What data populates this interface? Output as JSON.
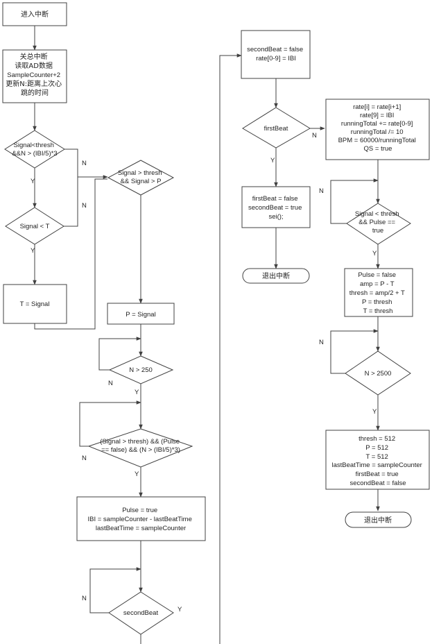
{
  "nodes": {
    "enter_interrupt": [
      "进入中断"
    ],
    "init": [
      "关总中断",
      "读取AD数据",
      "SampleCounter+2",
      "更新N:距离上次心",
      "跳的时间"
    ],
    "d_signal_thresh": [
      "Signal<thresh",
      "&&N > (IBI/5)*3"
    ],
    "d_signal_lt_t": [
      "Signal < T"
    ],
    "t_assign": [
      "T = Signal"
    ],
    "d_signal_gt_p": [
      "Signal > thresh",
      "&& Signal > P"
    ],
    "p_assign": [
      "P = Signal"
    ],
    "d_n250": [
      "N > 250"
    ],
    "d_pulse_cond": [
      "(Signal > thresh) && (Pulse",
      "== false) && (N > (IBI/5)*3)"
    ],
    "pulse_true": [
      "Pulse = true",
      "IBI = sampleCounter - lastBeatTime",
      "lastBeatTime = sampleCounter"
    ],
    "d_second_beat": [
      "secondBeat"
    ],
    "second_false": [
      "secondBeat = false",
      "rate[0-9] = IBI"
    ],
    "d_first_beat": [
      "firstBeat"
    ],
    "first_false": [
      "firstBeat = false",
      "secondBeat = true",
      "sei();"
    ],
    "exit1": [
      "退出中断"
    ],
    "rate_calc": [
      "rate[i] = rate[i+1]",
      "rate[9] = IBI",
      "runningTotal += rate[0-9]",
      "runningTotal /= 10",
      "BPM = 60000/runningTotal",
      "QS = true"
    ],
    "d_signal_lt_thresh_pulse": [
      "Signal < thresh",
      "&& Pulse ==",
      "true"
    ],
    "pulse_false": [
      "Pulse = false",
      "amp = P - T",
      "thresh = amp/2 + T",
      "P = thresh",
      "T = thresh"
    ],
    "d_n2500": [
      "N > 2500"
    ],
    "reset": [
      "thresh = 512",
      "P = 512",
      "T = 512",
      "lastBeatTime = sampleCounter",
      "firstBeat = true",
      "secondBeat = false"
    ],
    "exit2": [
      "退出中断"
    ]
  },
  "labels": {
    "yes": "Y",
    "no": "N"
  }
}
